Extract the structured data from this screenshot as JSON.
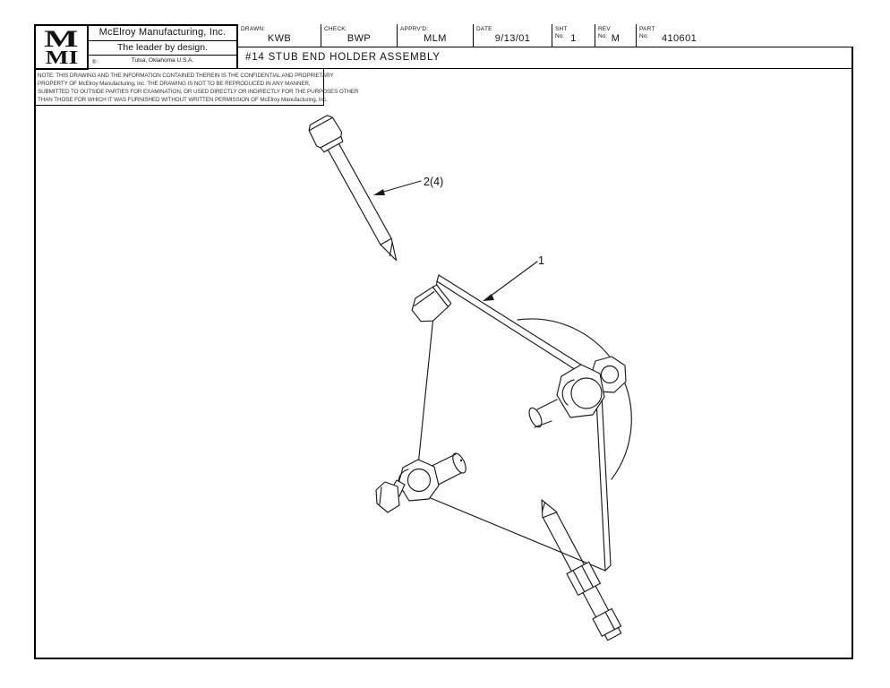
{
  "colors": {
    "ink": "#1b1b1b",
    "paper": "#ffffff"
  },
  "title_block": {
    "logo": {
      "top": "M",
      "bottom": "MI"
    },
    "company": {
      "name": "McElroy Manufacturing, Inc.",
      "tagline": "The leader by design.",
      "location": "Tulsa, Oklahoma U.S.A.",
      "registered_mark": "®"
    },
    "fields": [
      {
        "label": "DRAWN:",
        "label2": "",
        "value": "KWB"
      },
      {
        "label": "CHECK:",
        "label2": "",
        "value": "BWP"
      },
      {
        "label": "APPRV'D:",
        "label2": "",
        "value": "MLM"
      },
      {
        "label": "DATE",
        "label2": "",
        "value": "9/13/01"
      },
      {
        "label": "SHT",
        "label2": "No:",
        "value": "1"
      },
      {
        "label": "REV",
        "label2": "No:",
        "value": "M"
      },
      {
        "label": "PART",
        "label2": "No:",
        "value": "410601"
      }
    ],
    "drawing_title": "#14 STUB END HOLDER ASSEMBLY"
  },
  "proprietary_note": {
    "lines": [
      "NOTE: THIS DRAWING AND THE INFORMATION CONTAINED THEREIN IS THE CONFIDENTIAL AND PROPRIETARY",
      "PROPERTY OF McElroy Manufacturing, Inc. THE DRAWING IS NOT TO BE REPRODUCED IN ANY MANNER,",
      "SUBMITTED TO OUTSIDE PARTIES FOR EXAMINATION, OR USED DIRECTLY OR INDIRECTLY FOR THE PURPOSES OTHER",
      "THAN THOSE FOR WHICH IT WAS FURNISHED WITHOUT WRITTEN PERMISSION OF McElroy Manufacturing, Inc."
    ]
  },
  "drawing": {
    "callouts": [
      {
        "label": "2(4)",
        "item": "hex bolt, quantity 4"
      },
      {
        "label": "1",
        "item": "stub end holder plate"
      }
    ]
  }
}
